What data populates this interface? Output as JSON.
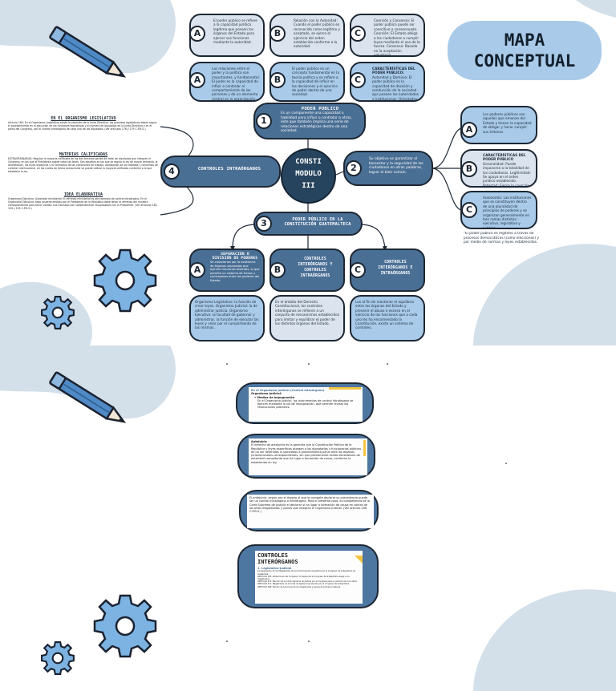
{
  "colors": {
    "accent": "#4a6f95",
    "dark": "#27445e",
    "light": "#a9cbe9",
    "pale": "#dbe4ee",
    "outline": "#1d2733"
  },
  "title": {
    "line1": "MAPA",
    "line2": "CONCEPTUAL"
  },
  "center": {
    "line1": "CONSTI",
    "line2": "MODULO",
    "line3": "III"
  },
  "top": {
    "badges": [
      "A",
      "B",
      "C"
    ],
    "top_row": [
      "El poder público se refiere a la capacidad jurídica legítima que poseen los órganos del Estado para ejercer sus funciones mediante la autoridad.",
      "Relación con la Autoridad: Cuando el poder público es reconocido como legítimo y aceptado, se ejerce el ejercicio del orden establecido conforme a la autoridad.",
      "Coerción y Consenso: El poder público puede ser coercitivo o consensuado. Coerción: El Estado obliga a los ciudadanos a cumplir leyes mediante el uso de la fuerza. Consenso: Basado en la aceptación voluntaria."
    ],
    "mid_row_a": "Las relaciones entre el poder y la política son importantes, y fundamental. El poder es la capacidad de influir o controlar el comportamiento de las personas y de un elemento central en la organización de cualquier sociedad.",
    "mid_row_b": "El poder público es un concepto fundamental en la teoría política y se refiere a la capacidad de influir en las decisiones y el ejercicio de poder dentro de una sociedad.",
    "mid_row_c_title": "CARACTERÍSTICAS DEL PODER PÚBLICO:",
    "mid_row_c": "Autoridad y Dominio: El poder público es la capacidad de decisión y conducción de la sociedad que poseen las autoridades e instituciones. Orientadas por la voluntad de las instituciones del Estado.",
    "number": "1",
    "heading": "PODER PUBLICO",
    "text": "Es un componente una capacidad o habilidad para influir o controlar a otros, éste que también implica una serie de relaciones estratégicas dentro de una sociedad."
  },
  "right": {
    "number": "2",
    "text": "Su objetivo es garantizar el bienestar y la seguridad de los ciudadanos en otras palabras, lograr el bien común.",
    "a_text": "Los poderes públicos son aquellos que emanan del Estado y tienen la capacidad de obligar y hacer cumplir sus órdenes.",
    "b_title": "CARACTERÍSTICAS DEL PODER PÚBLICO",
    "b_text": "Generalidad: Puede imponerse a la totalidad de los ciudadanos. Legitimidad: Se apoya en el orden jurídico establecido. Potestad: Ejerce la coerción para hacer cumplir la ley.",
    "c_text": "Autonomía: Las instituciones que se constituyen dentro de una pluralidad de principios de poderes y se organizan generalmente en tres ramas distintas: ejecutivo, legislativo y judicial.",
    "note": "\"El poder público es legítimo a través de procesos democráticos (como elecciones) y por medio de normas y leyes establecidas."
  },
  "left": {
    "number": "4",
    "heading": "CONTROLES INTRAÓRGANOS",
    "doc1_title": "EN EL ORGANISMO LEGISLATIVO",
    "doc1": "Artículo 165: En el Organismo Legislativo existe la comisión de la Junta Directiva, los procesos legislativos deben seguir el procedimiento en la ejecución de las funciones legislativas y el número de diputados en la Junta Directiva y en el pleno del Congreso, con el control intraórgano de cada uno de los diputados. (Ver artículos 176 y 179 C.P.R.G.)",
    "doc2_title": "MATERIAS CALIFICADAS",
    "doc2": "EXTRAORDINARIAS: Regulan la mayoría calificada de las dos terceras partes del total de diputados que integran el Congreso, en las que el Presidente puede vetar las leyes. Son aquellas en las que se regula la ley de mayor jerarquía, la delimitación, las leyes orgánicas y la normativa de las comisiones de trabajo. Aprobación de los tratados y convenios de carácter internacional, en las cuales de forma excepcional se puede utilizar la mayoría calificada conforme a lo que establece la ley.",
    "doc3_title": "IDEA ELABORATIVA",
    "doc3": "Organismo Ejecutivo: Autoridad ministerial: El refrendo ministerial es otro ejemplo de control intraórgano. En el Organismo Ejecutivo, todo acuerdo emitido por el Presidente de la República debe llevar el refrendo del ministro correspondiente para tener validez. Los ministros son solidariamente responsables con el Presidente. (Ver artículos 182, 194 y 195 C.P.R.G.)"
  },
  "bottom": {
    "number": "3",
    "heading": "PODER PÚBLICO EN LA CONSTITUCIÓN GUATEMALTECA",
    "cols": [
      {
        "title": "SEPARACIÓN O DIVISIÓN DE PODERES",
        "badge": "A",
        "text": "Se caracteriza por la existencia de órganos separados que ejercen funciones distintas, lo que permite un sistema de frenos y contrapesos entre los poderes del Estado."
      },
      {
        "title": "CONTROLES INTERÓRGANOS Y CONTROLES INTRAÓRGANOS",
        "badge": "B",
        "text": ""
      },
      {
        "title": "CONTROLES INTERÓRGANOS E INTRAÓRGANOS",
        "badge": "C",
        "text": ""
      }
    ],
    "lower": [
      "Organismo Legislativo: la función de crear leyes. Organismo Judicial: la de administrar justicia. Organismo Ejecutivo: la facultad de gobernar y administrar, la función de ejecutar las leyes y velar por el cumplimiento de las mismas.",
      "En el ámbito del Derecho Constitucional, los controles interórganos se refieren a un conjunto de mecanismos establecidos para limitar y equilibrar el poder de los distintos órganos del Estado.",
      "Los al fin de mantener el equilibrio entre los órganos del Estado y prevenir el abuso o exceso en el ejercicio de las funciones que a cada uno les ha encomendado la Constitución, existe un sistema de controles."
    ]
  },
  "slide2": {
    "snap1_title": "En el Organismo Judicial (Control intraórgano)",
    "snap1_sub": "Organismo Judicial:",
    "snap1_bullet": "Medios de impugnación",
    "snap1_text": "En el Organismo Judicial, los instrumentos de control intraórgano se ejercen mediante la vía de impugnación, que permite revisar las resoluciones judiciales.",
    "snap2_title": "Antejuicio",
    "snap2_text": "El derecho de antejuicio es la garantía que la Constitución Política de la República y leyes específicas otorgan a los dignatarios y funcionarios públicos de no ser detenidos ni sometidos a procedimiento penal ante los órganos jurisdiccionales correspondientes, sin que previamente exista declaratoria de autoridad competente que ha lugar a formación de causa, conforme lo establecido en ley.",
    "snap3_text": "El antejuicio, según sea el órgano al que le compete declarar su procedencia puede ser un control intraórgano o interórgano. Para el presente caso, es competencia de la Corte Suprema de Justicia el declarar si ha lugar a formación de causa en contra de los otros magistrados y jueces que integran el Organismo Judicial. (Ver artículo 206 C.P.R.G.)",
    "snap4_title": "CONTROLES INTERÓRGANOS",
    "snap4_sub": "1. Legislativo-Judicial",
    "snap4_lines": [
      "La designación de los Magistrados de la Corte Suprema de Justicia por el Congreso de la República de Guatemala.",
      "ARTÍCULO 165: Atribuciones del Congreso: Corresponde al Congreso de la República elegir a los magistrados.",
      "ARTÍCULO 215: Elección de la Corte Suprema de Justicia por el Congreso para un período de cinco años.",
      "ARTÍCULO 217: Magistrados de la Corte de Apelaciones electos por el Congreso de la República.",
      "ARTÍCULO 208: Período de funciones de los magistrados y jueces de primera instancia."
    ]
  }
}
